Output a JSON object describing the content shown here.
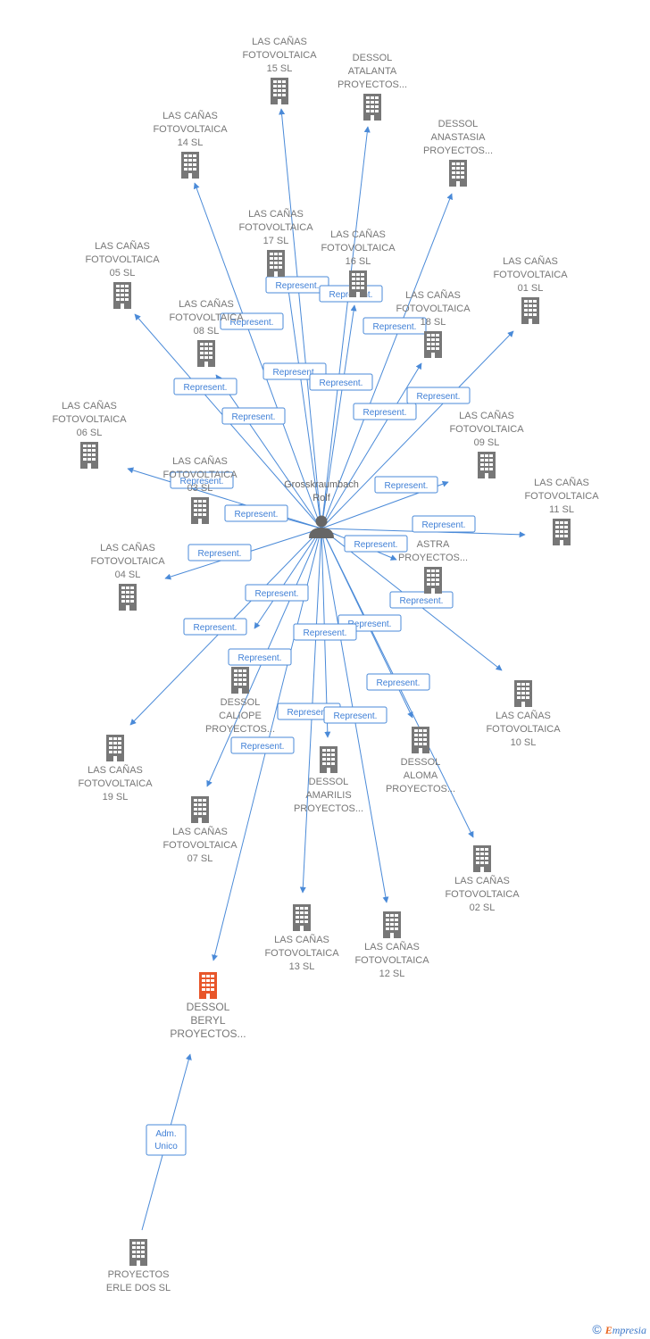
{
  "center": {
    "label_lines": [
      "Grosskraumbach",
      "Rolf"
    ],
    "icon": "person-icon"
  },
  "colors": {
    "edge": "#4a8ad8",
    "building": "#777777",
    "highlight": "#e8562a"
  },
  "edge_label": "Represent.",
  "nodes": [
    {
      "id": "lc15",
      "lines": [
        "LAS CAÑAS",
        "FOTOVOLTAICA",
        "15 SL"
      ]
    },
    {
      "id": "atalanta",
      "lines": [
        "DESSOL",
        "ATALANTA",
        "PROYECTOS..."
      ]
    },
    {
      "id": "lc14",
      "lines": [
        "LAS CAÑAS",
        "FOTOVOLTAICA",
        "14 SL"
      ]
    },
    {
      "id": "anastasia",
      "lines": [
        "DESSOL",
        "ANASTASIA",
        "PROYECTOS..."
      ]
    },
    {
      "id": "lc17",
      "lines": [
        "LAS CAÑAS",
        "FOTOVOLTAICA",
        "17 SL"
      ]
    },
    {
      "id": "lc16",
      "lines": [
        "LAS CAÑAS",
        "FOTOVOLTAICA",
        "16 SL"
      ]
    },
    {
      "id": "lc05",
      "lines": [
        "LAS CAÑAS",
        "FOTOVOLTAICA",
        "05 SL"
      ]
    },
    {
      "id": "lc01",
      "lines": [
        "LAS CAÑAS",
        "FOTOVOLTAICA",
        "01 SL"
      ]
    },
    {
      "id": "lc08",
      "lines": [
        "LAS CAÑAS",
        "FOTOVOLTAICA",
        "08 SL"
      ]
    },
    {
      "id": "lc18",
      "lines": [
        "LAS CAÑAS",
        "FOTOVOLTAICA",
        "18 SL"
      ]
    },
    {
      "id": "lc06",
      "lines": [
        "LAS CAÑAS",
        "FOTOVOLTAICA",
        "06 SL"
      ]
    },
    {
      "id": "lc09",
      "lines": [
        "LAS CAÑAS",
        "FOTOVOLTAICA",
        "09 SL"
      ]
    },
    {
      "id": "lc03",
      "lines": [
        "LAS CAÑAS",
        "FOTOVOLTAICA",
        "03 SL"
      ]
    },
    {
      "id": "lc11",
      "lines": [
        "LAS CAÑAS",
        "FOTOVOLTAICA",
        "11 SL"
      ]
    },
    {
      "id": "astra",
      "lines": [
        "ASTRA",
        "PROYECTOS..."
      ]
    },
    {
      "id": "lc04",
      "lines": [
        "LAS CAÑAS",
        "FOTOVOLTAICA",
        "04 SL"
      ]
    },
    {
      "id": "caliope",
      "lines": [
        "DESSOL",
        "CALIOPE",
        "PROYECTOS..."
      ]
    },
    {
      "id": "lc10",
      "lines": [
        "LAS CAÑAS",
        "FOTOVOLTAICA",
        "10 SL"
      ]
    },
    {
      "id": "lc19",
      "lines": [
        "LAS CAÑAS",
        "FOTOVOLTAICA",
        "19 SL"
      ]
    },
    {
      "id": "aloma",
      "lines": [
        "DESSOL",
        "ALOMA",
        "PROYECTOS..."
      ]
    },
    {
      "id": "amarilis",
      "lines": [
        "DESSOL",
        "AMARILIS",
        "PROYECTOS..."
      ]
    },
    {
      "id": "lc07",
      "lines": [
        "LAS CAÑAS",
        "FOTOVOLTAICA",
        "07 SL"
      ]
    },
    {
      "id": "lc02",
      "lines": [
        "LAS CAÑAS",
        "FOTOVOLTAICA",
        "02 SL"
      ]
    },
    {
      "id": "lc13",
      "lines": [
        "LAS CAÑAS",
        "FOTOVOLTAICA",
        "13 SL"
      ]
    },
    {
      "id": "lc12",
      "lines": [
        "LAS CAÑAS",
        "FOTOVOLTAICA",
        "12 SL"
      ]
    },
    {
      "id": "beryl",
      "lines": [
        "DESSOL",
        "BERYL",
        "PROYECTOS..."
      ],
      "highlight": true
    },
    {
      "id": "erle",
      "lines": [
        "PROYECTOS",
        "ERLE DOS  SL"
      ]
    }
  ],
  "secondary_edge": {
    "from": "erle",
    "to": "beryl",
    "label_lines": [
      "Adm.",
      "Unico"
    ]
  },
  "footer": {
    "copyright": "©",
    "brand_first": "E",
    "brand_rest": "mpresia"
  }
}
